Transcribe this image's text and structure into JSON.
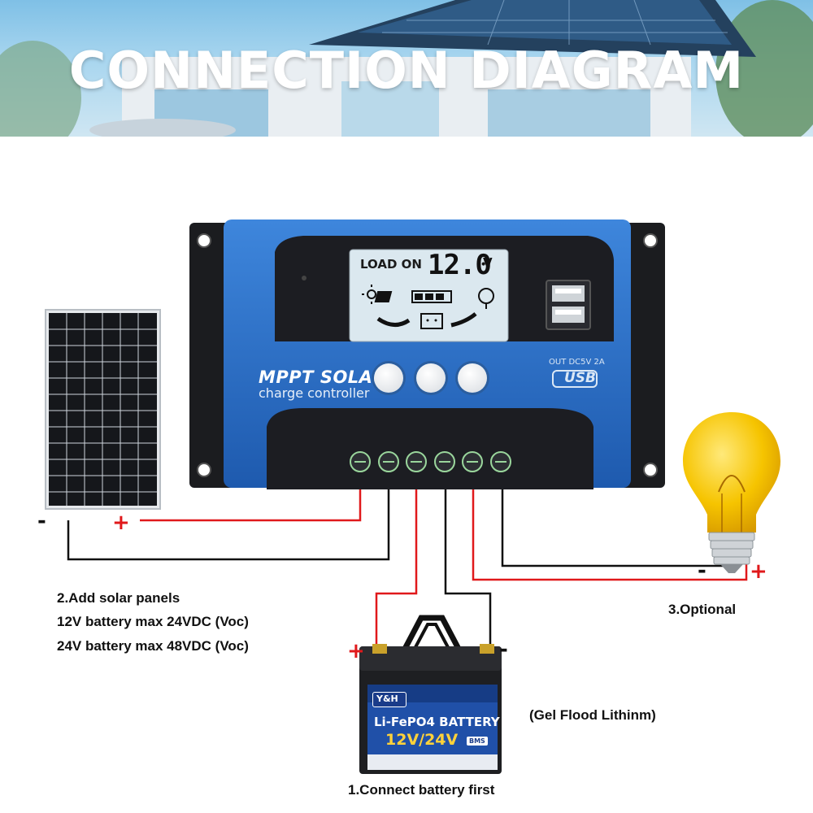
{
  "header": {
    "title": "CONNECTION DIAGRAM"
  },
  "controller": {
    "lcd": {
      "load_status": "LOAD ON",
      "voltage": "12.0",
      "unit": "V"
    },
    "brand_line1": "MPPT SOLAR",
    "brand_line2": "charge controller",
    "usb_spec": "OUT DC5V 2A",
    "usb_logo": "USB",
    "icons": [
      "sun-icon",
      "solar-panel-icon",
      "battery-icon",
      "bulb-icon",
      "usb-port-icon"
    ]
  },
  "solar_panel": {
    "negative_symbol": "-",
    "positive_symbol": "+"
  },
  "load": {
    "negative_symbol": "-",
    "positive_symbol": "+"
  },
  "battery": {
    "positive_symbol": "+",
    "negative_symbol": "-",
    "brand": "Y&H",
    "chemistry": "Li-FePO4 BATTERY",
    "voltage": "12V/24V",
    "bms": "BMS"
  },
  "labels": {
    "step2_title": "2.Add solar panels",
    "step2_line1": "12V battery max 24VDC (Voc)",
    "step2_line2": "24V battery max 48VDC (Voc)",
    "step3": "3.Optional",
    "battery_types": "(Gel Flood Lithinm)",
    "step1": "1.Connect battery first"
  },
  "colors": {
    "wire_positive": "#e0191b",
    "wire_negative": "#111111",
    "controller_blue": "#2f73c9",
    "lcd_background": "#dbe8ef",
    "bulb_yellow": "#f6c400"
  }
}
